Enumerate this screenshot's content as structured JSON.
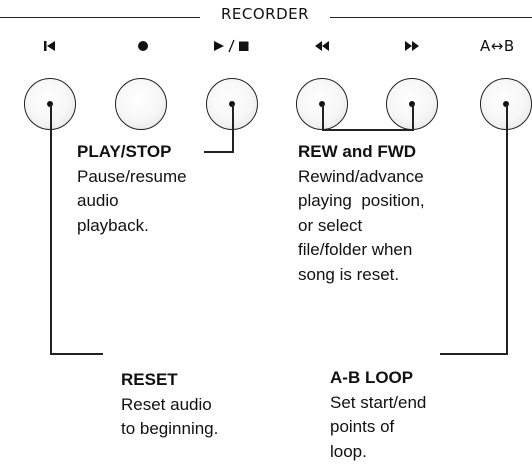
{
  "header": {
    "title": "RECORDER"
  },
  "buttons": [
    {
      "id": "reset",
      "symbol": "reset-icon"
    },
    {
      "id": "record",
      "symbol": "record-icon"
    },
    {
      "id": "play-stop",
      "symbol": "play-stop-icon"
    },
    {
      "id": "rewind",
      "symbol": "rewind-icon"
    },
    {
      "id": "fast-forward",
      "symbol": "fast-forward-icon"
    },
    {
      "id": "ab-loop",
      "symbol": "A↔B"
    }
  ],
  "descriptions": {
    "play_stop": {
      "title": "PLAY/STOP",
      "lines": [
        "Pause/resume",
        "audio",
        "playback."
      ]
    },
    "rew_fwd": {
      "title": "REW and FWD",
      "lines": [
        "Rewind/advance",
        "playing  position,",
        "or select",
        "file/folder when",
        "song is reset."
      ]
    },
    "reset": {
      "title": "RESET",
      "lines": [
        "Reset audio",
        "to beginning."
      ]
    },
    "ab_loop": {
      "title": "A-B LOOP",
      "lines": [
        "Set start/end",
        "points of",
        "loop."
      ]
    }
  },
  "colors": {
    "ink": "#111111",
    "button_face": "#f6f6f6",
    "button_edge": "#222222"
  }
}
